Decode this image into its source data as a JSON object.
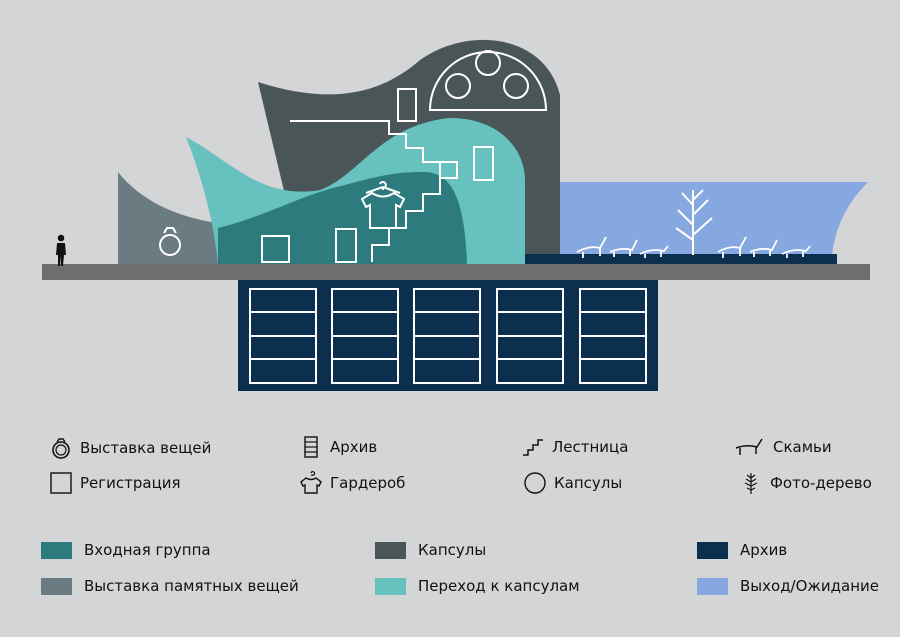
{
  "colors": {
    "background": "#d3d5d6",
    "ground": "#6d6f70",
    "entrance": "#2e7b7e",
    "memorial_exhibit": "#6a7b82",
    "capsules": "#4a5558",
    "capsule_transition": "#66c1bf",
    "archive": "#0c2f4f",
    "exit_waiting": "#86a8e0"
  },
  "legend_symbols": [
    {
      "icon": "ring-icon",
      "label": "Выставка вещей"
    },
    {
      "icon": "archive-icon",
      "label": "Архив"
    },
    {
      "icon": "stairs-icon",
      "label": "Лестница"
    },
    {
      "icon": "bench-icon",
      "label": "Скамьи"
    },
    {
      "icon": "square-icon",
      "label": "Регистрация"
    },
    {
      "icon": "wardrobe-icon",
      "label": "Гардероб"
    },
    {
      "icon": "circle-icon",
      "label": "Капсулы"
    },
    {
      "icon": "tree-icon",
      "label": "Фото-дерево"
    }
  ],
  "legend_zones": [
    {
      "color": "#2e7b7e",
      "label": "Входная группа"
    },
    {
      "color": "#4a5558",
      "label": "Капсулы"
    },
    {
      "color": "#0c2f4f",
      "label": "Архив"
    },
    {
      "color": "#6a7b82",
      "label": "Выставка памятных вещей"
    },
    {
      "color": "#66c1bf",
      "label": "Переход к капсулам"
    },
    {
      "color": "#86a8e0",
      "label": "Выход/Ожидание"
    }
  ]
}
